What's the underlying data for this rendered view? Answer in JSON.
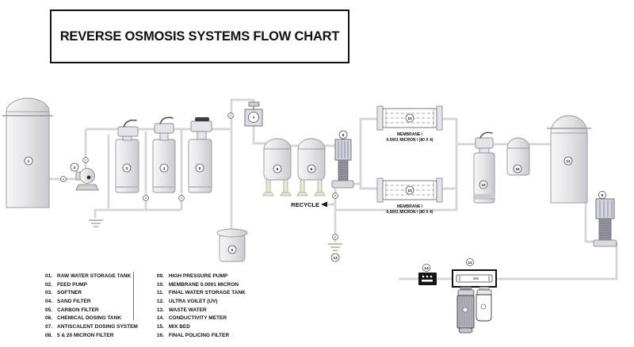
{
  "title": "REVERSE OSMOSIS SYSTEMS FLOW CHART",
  "legend": {
    "col1": [
      {
        "num": "01.",
        "label": "RAW WATER STORAGE TANK"
      },
      {
        "num": "02.",
        "label": "FEED PUMP"
      },
      {
        "num": "03.",
        "label": "SOFTNER"
      },
      {
        "num": "04.",
        "label": "SAND FILTER"
      },
      {
        "num": "05.",
        "label": "CARBON FILTER"
      },
      {
        "num": "06.",
        "label": "CHEMICAL DOSING TANK"
      },
      {
        "num": "07.",
        "label": "ANTISCALENT DOSING SYSTEM"
      },
      {
        "num": "08.",
        "label": "5 & 20 MICRON FILTER"
      }
    ],
    "col2": [
      {
        "num": "09.",
        "label": "HIGH PRESSURE PUMP"
      },
      {
        "num": "10.",
        "label": "MEMBRANE 0.0001 MICRON"
      },
      {
        "num": "11.",
        "label": "FINAL WATER STORAGE TANK"
      },
      {
        "num": "12.",
        "label": "ULTRA VOILET (UV)"
      },
      {
        "num": "13.",
        "label": "WASTE WATER"
      },
      {
        "num": "14.",
        "label": "CONDUCTIVITY METER"
      },
      {
        "num": "15.",
        "label": "MIX BED"
      },
      {
        "num": "16.",
        "label": "FINAL POLICING FILTER"
      }
    ]
  },
  "labels": {
    "n1": "1",
    "n2": "2",
    "n3": "3",
    "n4": "4",
    "n5": "5",
    "n6": "6",
    "n7": "7",
    "n8": "8",
    "n9": "9",
    "n10": "10",
    "n11": "11",
    "n12": "12",
    "n13": "13",
    "n14": "14",
    "n15": "15",
    "n16": "16"
  },
  "annotations": {
    "recycle": "RECYCLE",
    "membrane_caption_line1": "MEMBRANE /",
    "membrane_caption_line2": "0.0001 MICRON / (80 X 4)"
  },
  "colors": {
    "pipe": "#b4b4c0",
    "vessel_stroke": "#96969e",
    "pump_dark": "#9898a4",
    "legs": "#e9e9cf",
    "ink": "#111111",
    "background": "#ffffff"
  }
}
